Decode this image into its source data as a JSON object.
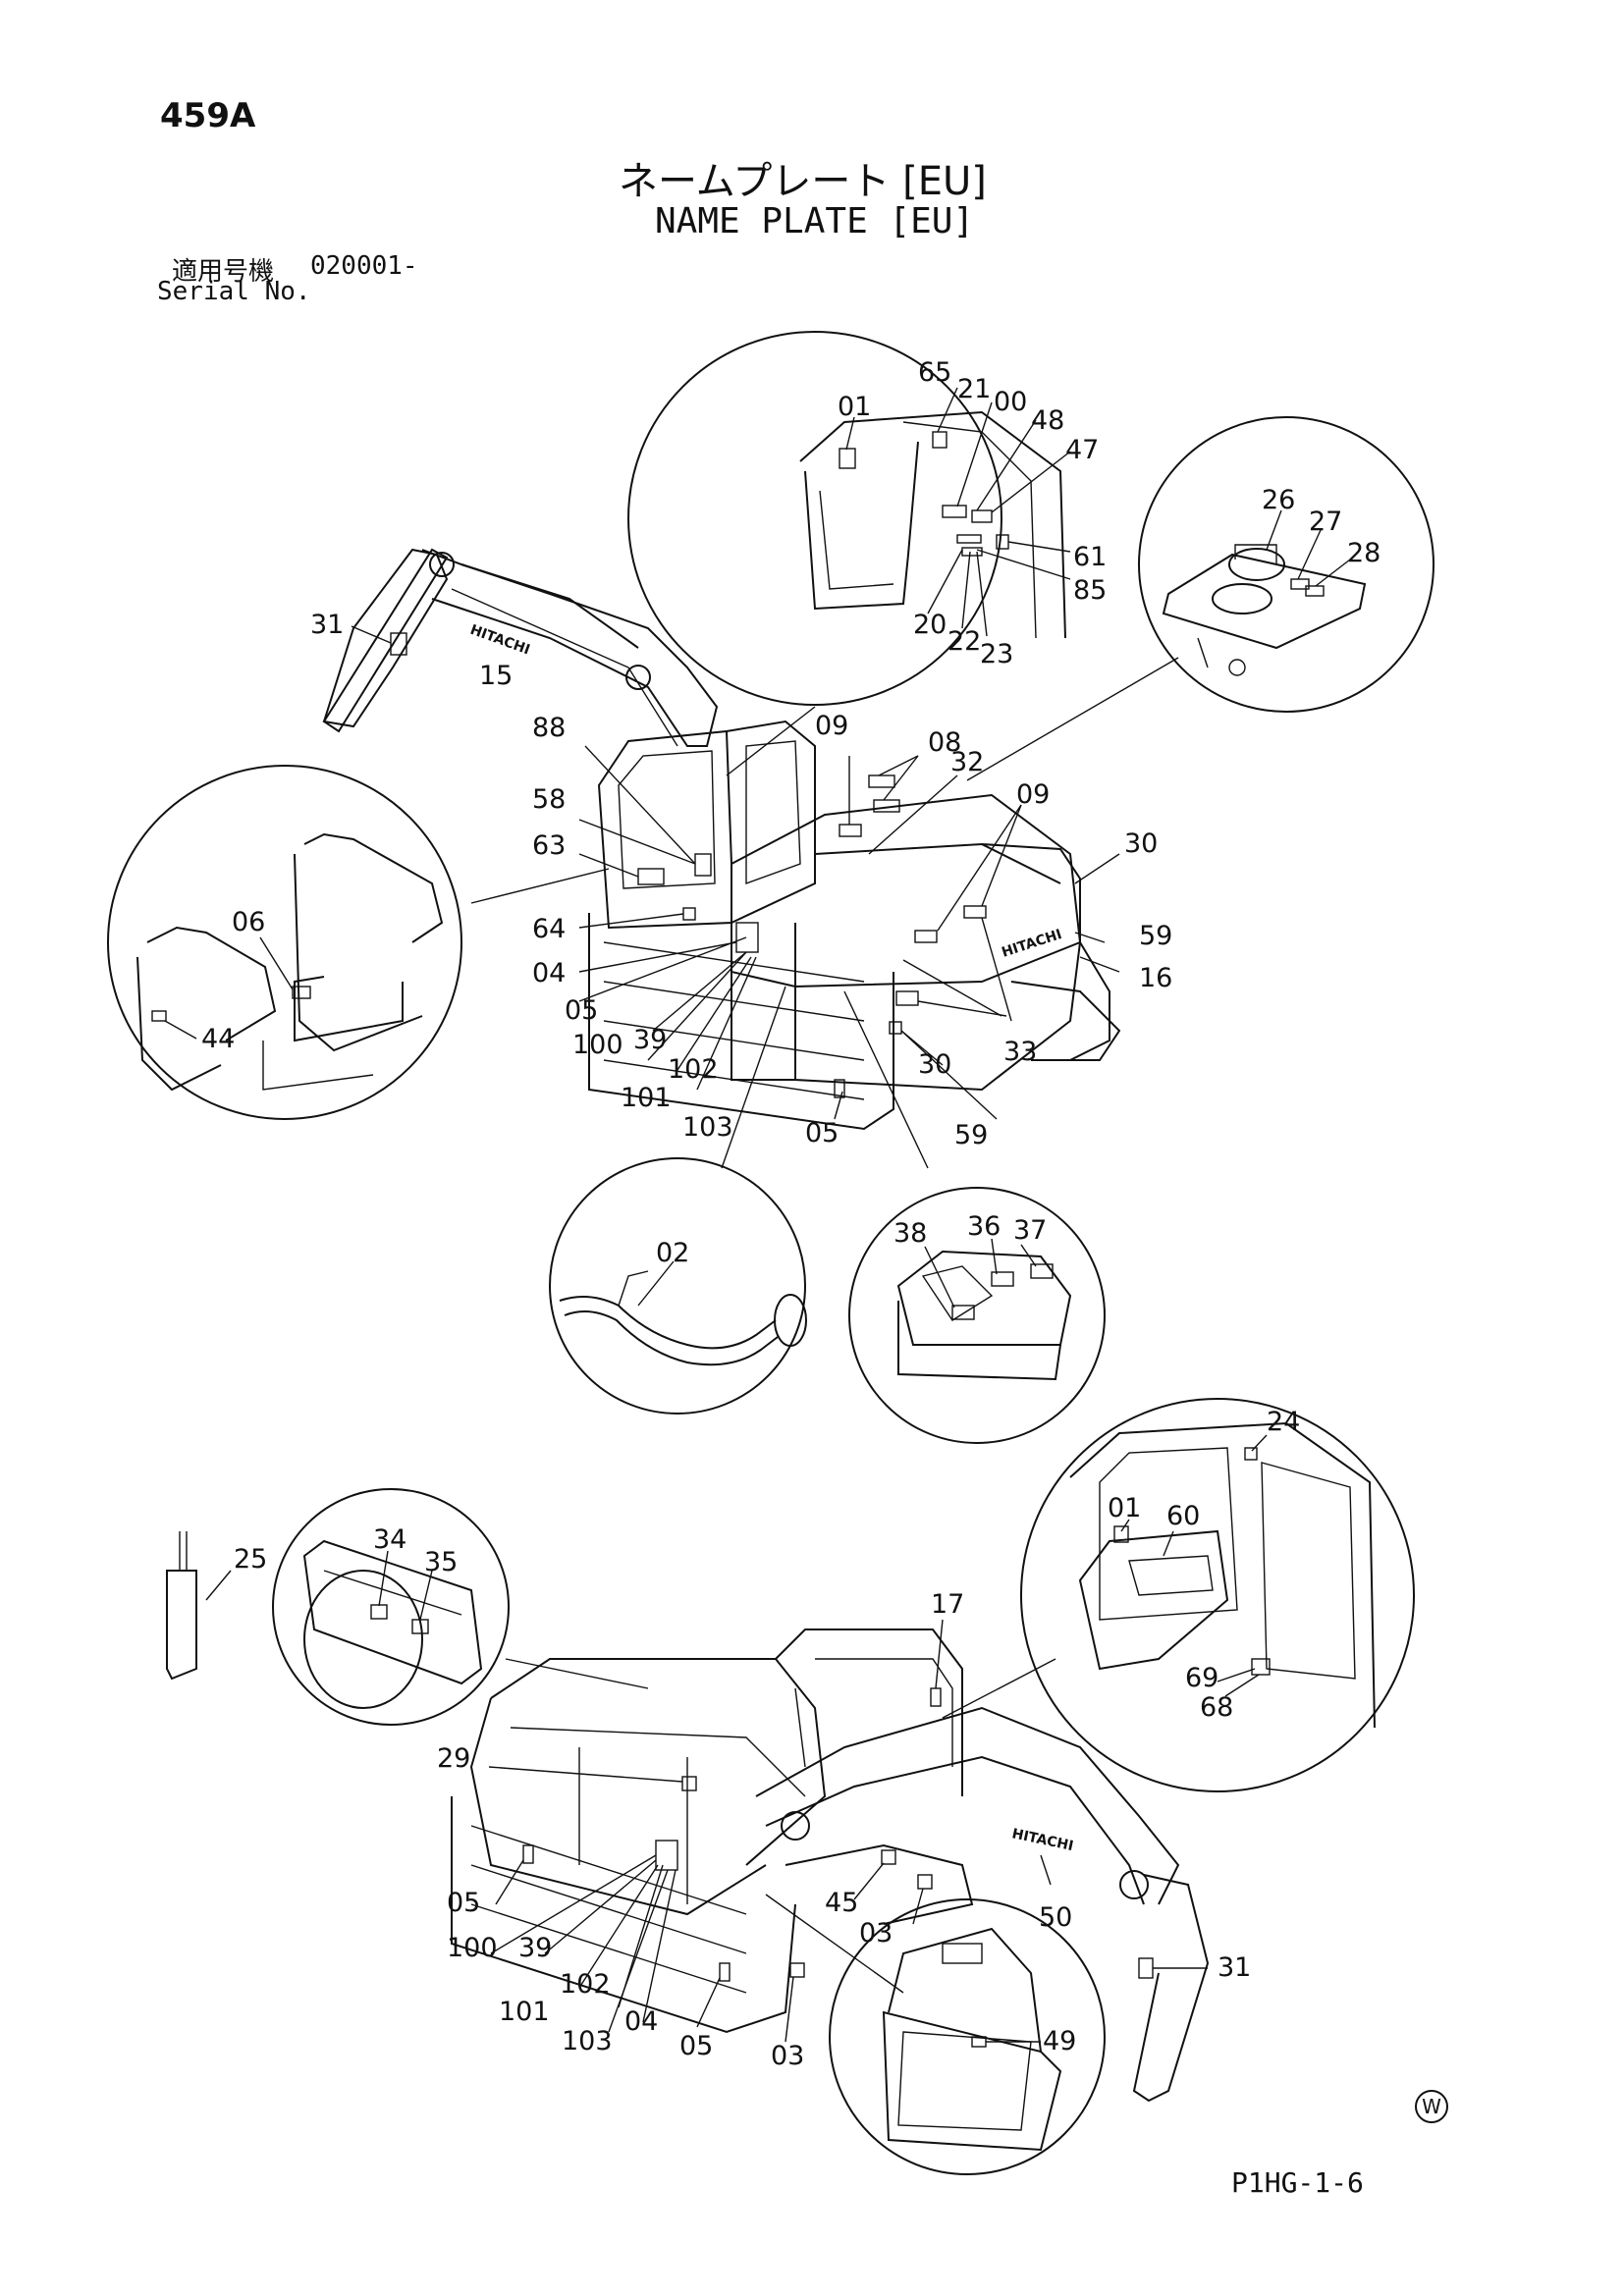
{
  "header": {
    "page_id": "459A",
    "title_jp": "ネームプレート [EU]",
    "title_en": "NAME PLATE [EU]",
    "serial_label_jp": "適用号機",
    "serial_number": "020001-",
    "serial_label_en": "Serial No."
  },
  "brand_text": "HITACHI",
  "footer": {
    "code": "P1HG-1-6",
    "watermark_symbol": "W"
  },
  "callouts": {
    "c01": "01",
    "c02": "02",
    "c03": "03",
    "c04": "04",
    "c05": "05",
    "c06": "06",
    "c08": "08",
    "c09": "09",
    "c15": "15",
    "c16": "16",
    "c17": "17",
    "c20": "20",
    "c21": "21",
    "c22": "22",
    "c23": "23",
    "c24": "24",
    "c25": "25",
    "c26": "26",
    "c27": "27",
    "c28": "28",
    "c29": "29",
    "c30": "30",
    "c31": "31",
    "c32": "32",
    "c33": "33",
    "c34": "34",
    "c35": "35",
    "c36": "36",
    "c37": "37",
    "c38": "38",
    "c39": "39",
    "c44": "44",
    "c45": "45",
    "c47": "47",
    "c48": "48",
    "c49": "49",
    "c50": "50",
    "c58": "58",
    "c59": "59",
    "c60": "60",
    "c61": "61",
    "c63": "63",
    "c64": "64",
    "c65": "65",
    "c68": "68",
    "c69": "69",
    "c85": "85",
    "c88": "88",
    "c00": "00",
    "c100": "100",
    "c101": "101",
    "c102": "102",
    "c103": "103"
  }
}
